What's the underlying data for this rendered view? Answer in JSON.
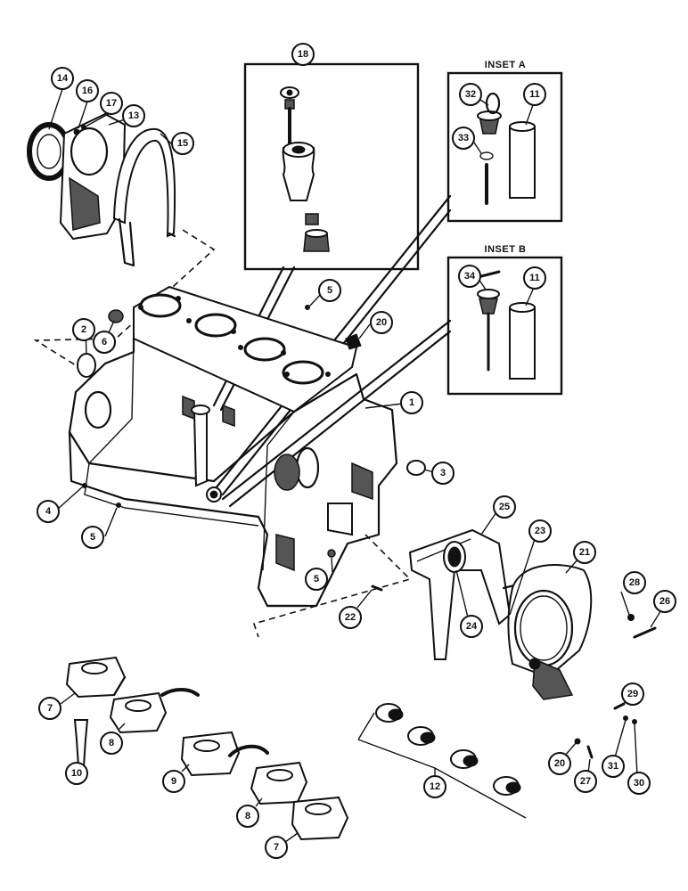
{
  "insets": {
    "a": {
      "title": "INSET A"
    },
    "b": {
      "title": "INSET B"
    }
  },
  "callouts": [
    "14",
    "16",
    "17",
    "13",
    "15",
    "18",
    "32",
    "11",
    "33",
    "34",
    "11",
    "5",
    "20",
    "2",
    "6",
    "1",
    "4",
    "5",
    "3",
    "25",
    "23",
    "21",
    "28",
    "26",
    "5",
    "22",
    "24",
    "7",
    "8",
    "10",
    "9",
    "8",
    "7",
    "12",
    "29",
    "20",
    "27",
    "31",
    "30"
  ]
}
